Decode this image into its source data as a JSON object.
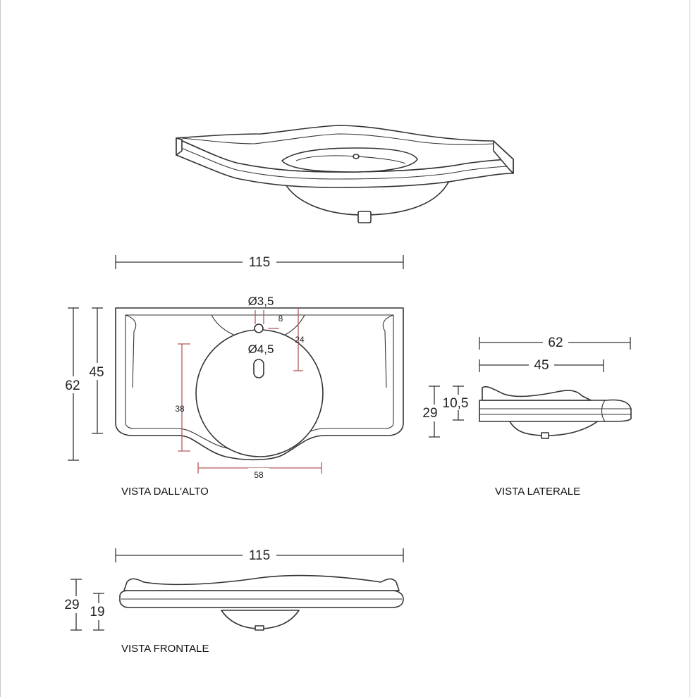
{
  "views": {
    "top": {
      "label": "VISTA DALL'ALTO",
      "dims": {
        "width": "115",
        "depth_total": "62",
        "depth_inner": "45",
        "tap_hole": "Ø3,5",
        "tap_offset": "8",
        "drain_hole": "Ø4,5",
        "drain_offset": "24",
        "bowl_depth": "38",
        "bowl_width": "58"
      }
    },
    "side": {
      "label": "VISTA LATERALE",
      "dims": {
        "depth_total": "62",
        "depth_inner": "45",
        "height_total": "29",
        "height_edge": "10,5"
      }
    },
    "front": {
      "label": "VISTA FRONTALE",
      "dims": {
        "width": "115",
        "height_total": "29",
        "height_body": "19"
      }
    }
  },
  "colors": {
    "line": "#333333",
    "accent_dim": "#b45a5a",
    "frame": "#c8c8c8"
  }
}
